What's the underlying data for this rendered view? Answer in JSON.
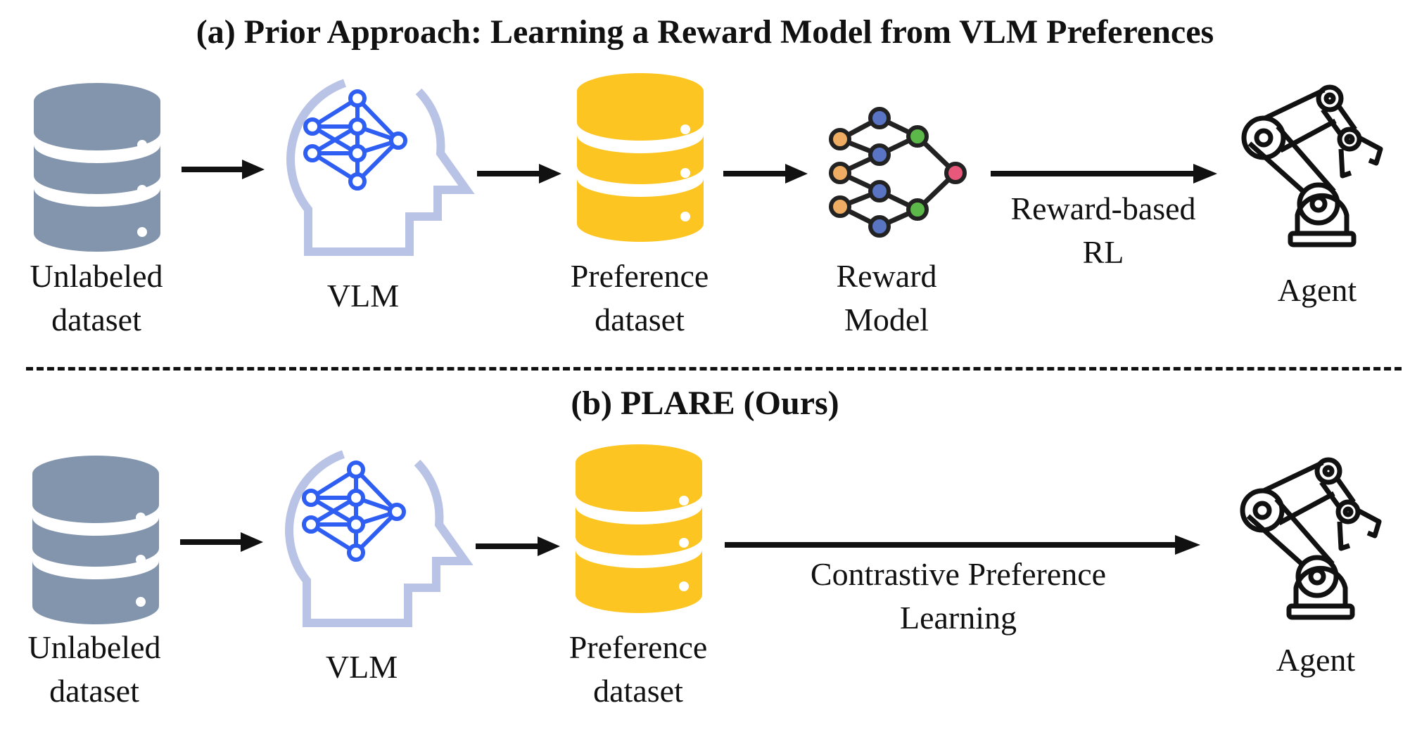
{
  "panel_a": {
    "title": "(a) Prior Approach: Learning a Reward Model from VLM Preferences",
    "unlabeled_line1": "Unlabeled",
    "unlabeled_line2": "dataset",
    "vlm": "VLM",
    "preference_line1": "Preference",
    "preference_line2": "dataset",
    "reward_line1": "Reward",
    "reward_line2": "Model",
    "edge_line1": "Reward-based",
    "edge_line2": "RL",
    "agent": "Agent"
  },
  "panel_b": {
    "title": "(b) PLARE (Ours)",
    "unlabeled_line1": "Unlabeled",
    "unlabeled_line2": "dataset",
    "vlm": "VLM",
    "preference_line1": "Preference",
    "preference_line2": "dataset",
    "edge_line1": "Contrastive Preference",
    "edge_line2": "Learning",
    "agent": "Agent"
  },
  "colors": {
    "unlabeled_db": "#8295ad",
    "preference_db": "#fcc521",
    "vlm_head": "#b8c3e6",
    "vlm_network": "#2f5ff2",
    "reward_node_blue": "#5a74c4",
    "reward_node_orange": "#efad63",
    "reward_node_green": "#5db84a",
    "reward_node_red": "#e8587a",
    "line": "#111111"
  },
  "icons": [
    "database-icon",
    "brain-network-icon",
    "neural-network-icon",
    "robot-arm-icon",
    "arrow-icon"
  ]
}
